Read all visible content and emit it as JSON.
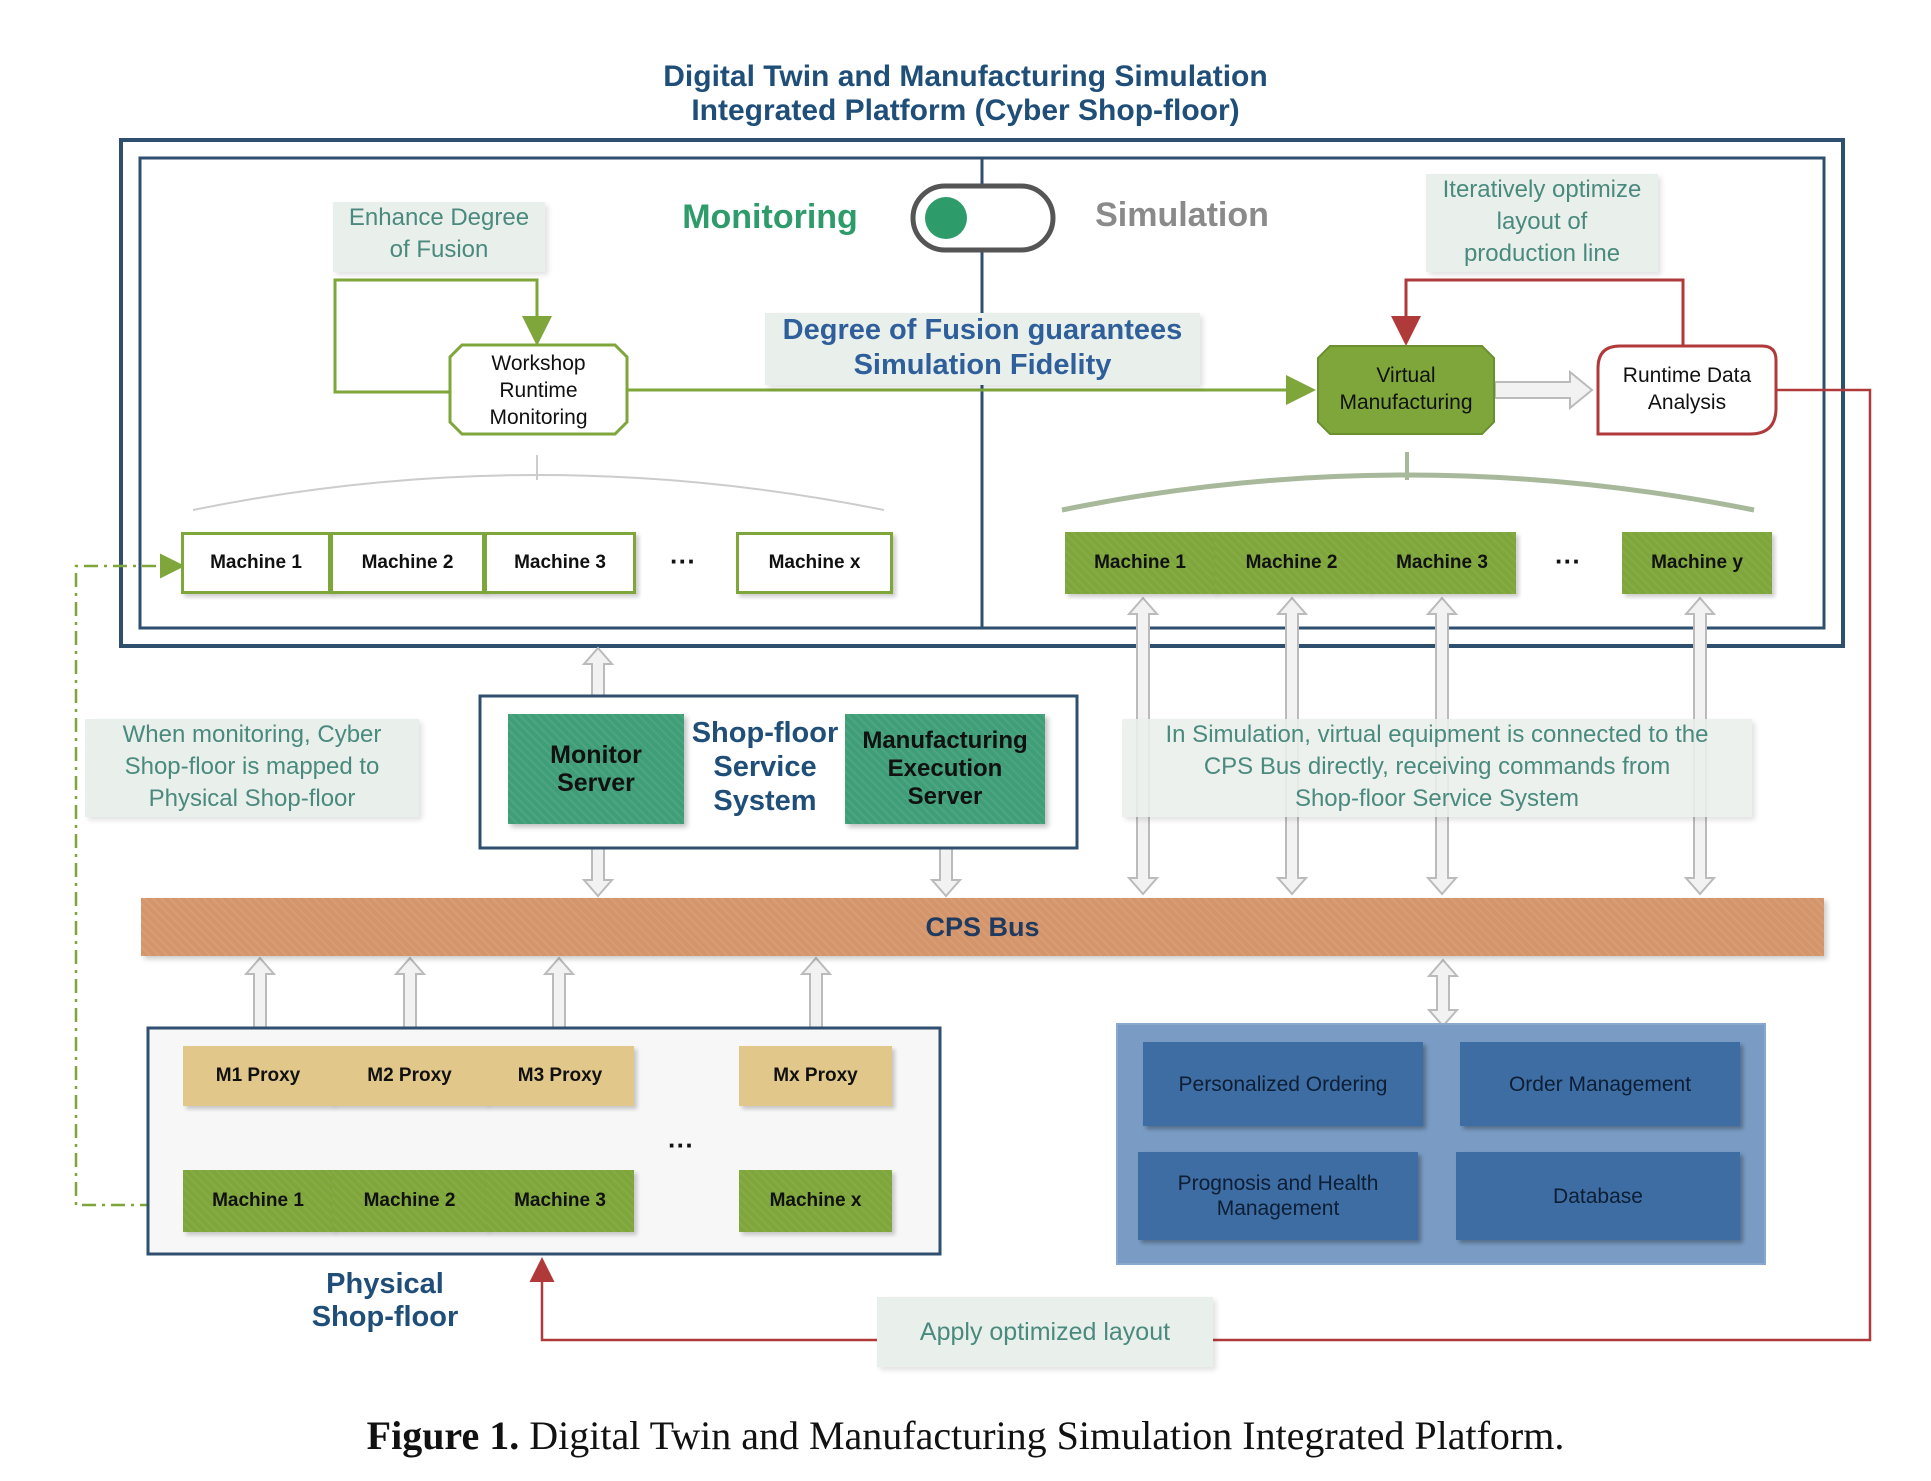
{
  "header": {
    "title_line1": "Digital Twin and Manufacturing Simulation",
    "title_line2": "Integrated Platform  (Cyber Shop-floor)"
  },
  "mode_switch": {
    "left_label": "Monitoring",
    "right_label": "Simulation",
    "active_color": "#2e9b6a",
    "inactive_color": "#8a8a8a"
  },
  "notes": {
    "enhance_line1": "Enhance Degree",
    "enhance_line2": "of Fusion",
    "fidelity_line1": "Degree of Fusion guarantees",
    "fidelity_line2": "Simulation Fidelity",
    "optimize_line1": "Iteratively optimize",
    "optimize_line2": "layout of",
    "optimize_line3": "production line",
    "mapping_line1": "When monitoring, Cyber",
    "mapping_line2": "Shop-floor is mapped to",
    "mapping_line3": "Physical Shop-floor",
    "simulation_line1": "In Simulation, virtual equipment is connected to the",
    "simulation_line2": "CPS Bus directly, receiving commands from",
    "simulation_line3": "Shop-floor Service System",
    "apply": "Apply optimized layout"
  },
  "processes": {
    "workshop_line1": "Workshop",
    "workshop_line2": "Runtime",
    "workshop_line3": "Monitoring",
    "virtual_line1": "Virtual",
    "virtual_line2": "Manufacturing",
    "runtime_line1": "Runtime Data",
    "runtime_line2": "Analysis"
  },
  "cyber_monitor_machines": [
    "Machine 1",
    "Machine 2",
    "Machine 3",
    "Machine x"
  ],
  "cyber_sim_machines": [
    "Machine 1",
    "Machine 2",
    "Machine 3",
    "Machine y"
  ],
  "ellipsis": "···",
  "service_system": {
    "monitor_line1": "Monitor",
    "monitor_line2": "Server",
    "title_line1": "Shop-floor",
    "title_line2": "Service",
    "title_line3": "System",
    "mes_line1": "Manufacturing",
    "mes_line2": "Execution",
    "mes_line3": "Server"
  },
  "bus": {
    "label": "CPS Bus",
    "color": "#d4956a"
  },
  "physical": {
    "proxies": [
      "M1 Proxy",
      "M2 Proxy",
      "M3 Proxy",
      "Mx Proxy"
    ],
    "machines": [
      "Machine 1",
      "Machine 2",
      "Machine 3",
      "Machine x"
    ],
    "label_line1": "Physical",
    "label_line2": "Shop-floor"
  },
  "business": {
    "items": [
      "Personalized Ordering",
      "Order Management",
      "Prognosis and Health Management",
      "Database"
    ]
  },
  "caption": {
    "bold": "Figure 1.",
    "text": " Digital Twin and Manufacturing Simulation Integrated Platform."
  }
}
